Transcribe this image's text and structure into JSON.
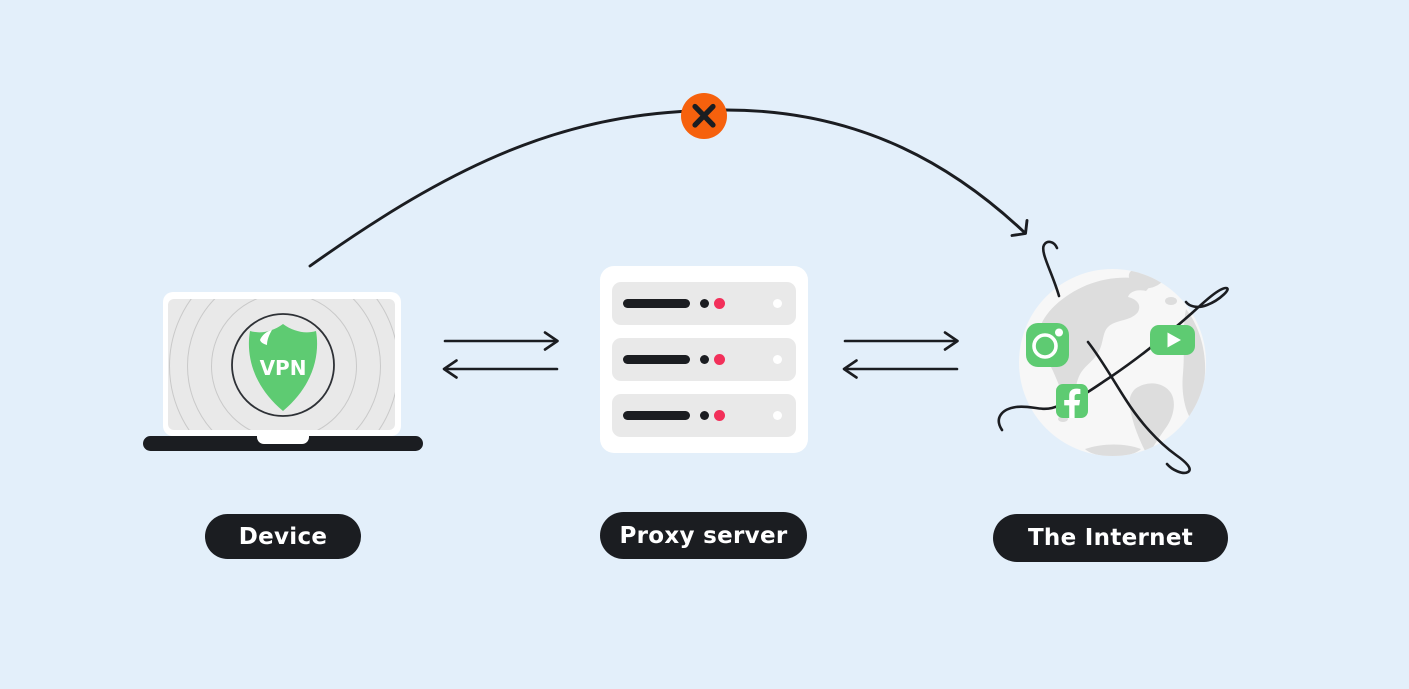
{
  "colors": {
    "background": "#E3EFFA",
    "dark": "#1B1D21",
    "green": "#5ECB72",
    "orange": "#F6610D",
    "red": "#F2305A",
    "white": "#FFFFFF",
    "slot_gray": "#E9E9E9",
    "screen_gray": "#E9E9E9",
    "ripple_gray": "#C9C9C9",
    "globe_white": "#F7F7F7",
    "continent_gray": "#DDDDDD"
  },
  "nodes": {
    "device": {
      "label": "Device",
      "vpn_badge": "VPN"
    },
    "proxy": {
      "label": "Proxy server",
      "rack_rows": 3
    },
    "internet": {
      "label": "The Internet",
      "service_icons": [
        "instagram-icon",
        "youtube-icon",
        "facebook-icon"
      ]
    }
  },
  "connections": {
    "device_to_proxy": "double-arrow",
    "proxy_to_internet": "double-arrow",
    "device_to_internet_direct": "blocked-curved-arrow"
  }
}
